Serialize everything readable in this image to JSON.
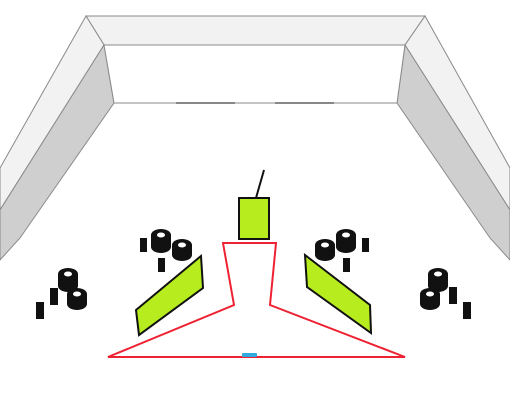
{
  "colors": {
    "background": "#ffffff",
    "wall_top": "#f2f2f2",
    "wall_side": "#cfcfcf",
    "wall_outline": "#8a8a8a",
    "goal_line": "#ee2233",
    "goal_marker": "#33aadd",
    "green_block": "#b7ec1f",
    "outline": "#111111",
    "obstacle": "#111111"
  },
  "icons": {
    "green_block": "rectangle",
    "obstacle_post": "square",
    "tire_stack": "cylinder"
  },
  "scene": {
    "obstacle_groups": 4,
    "green_blocks": 3
  }
}
